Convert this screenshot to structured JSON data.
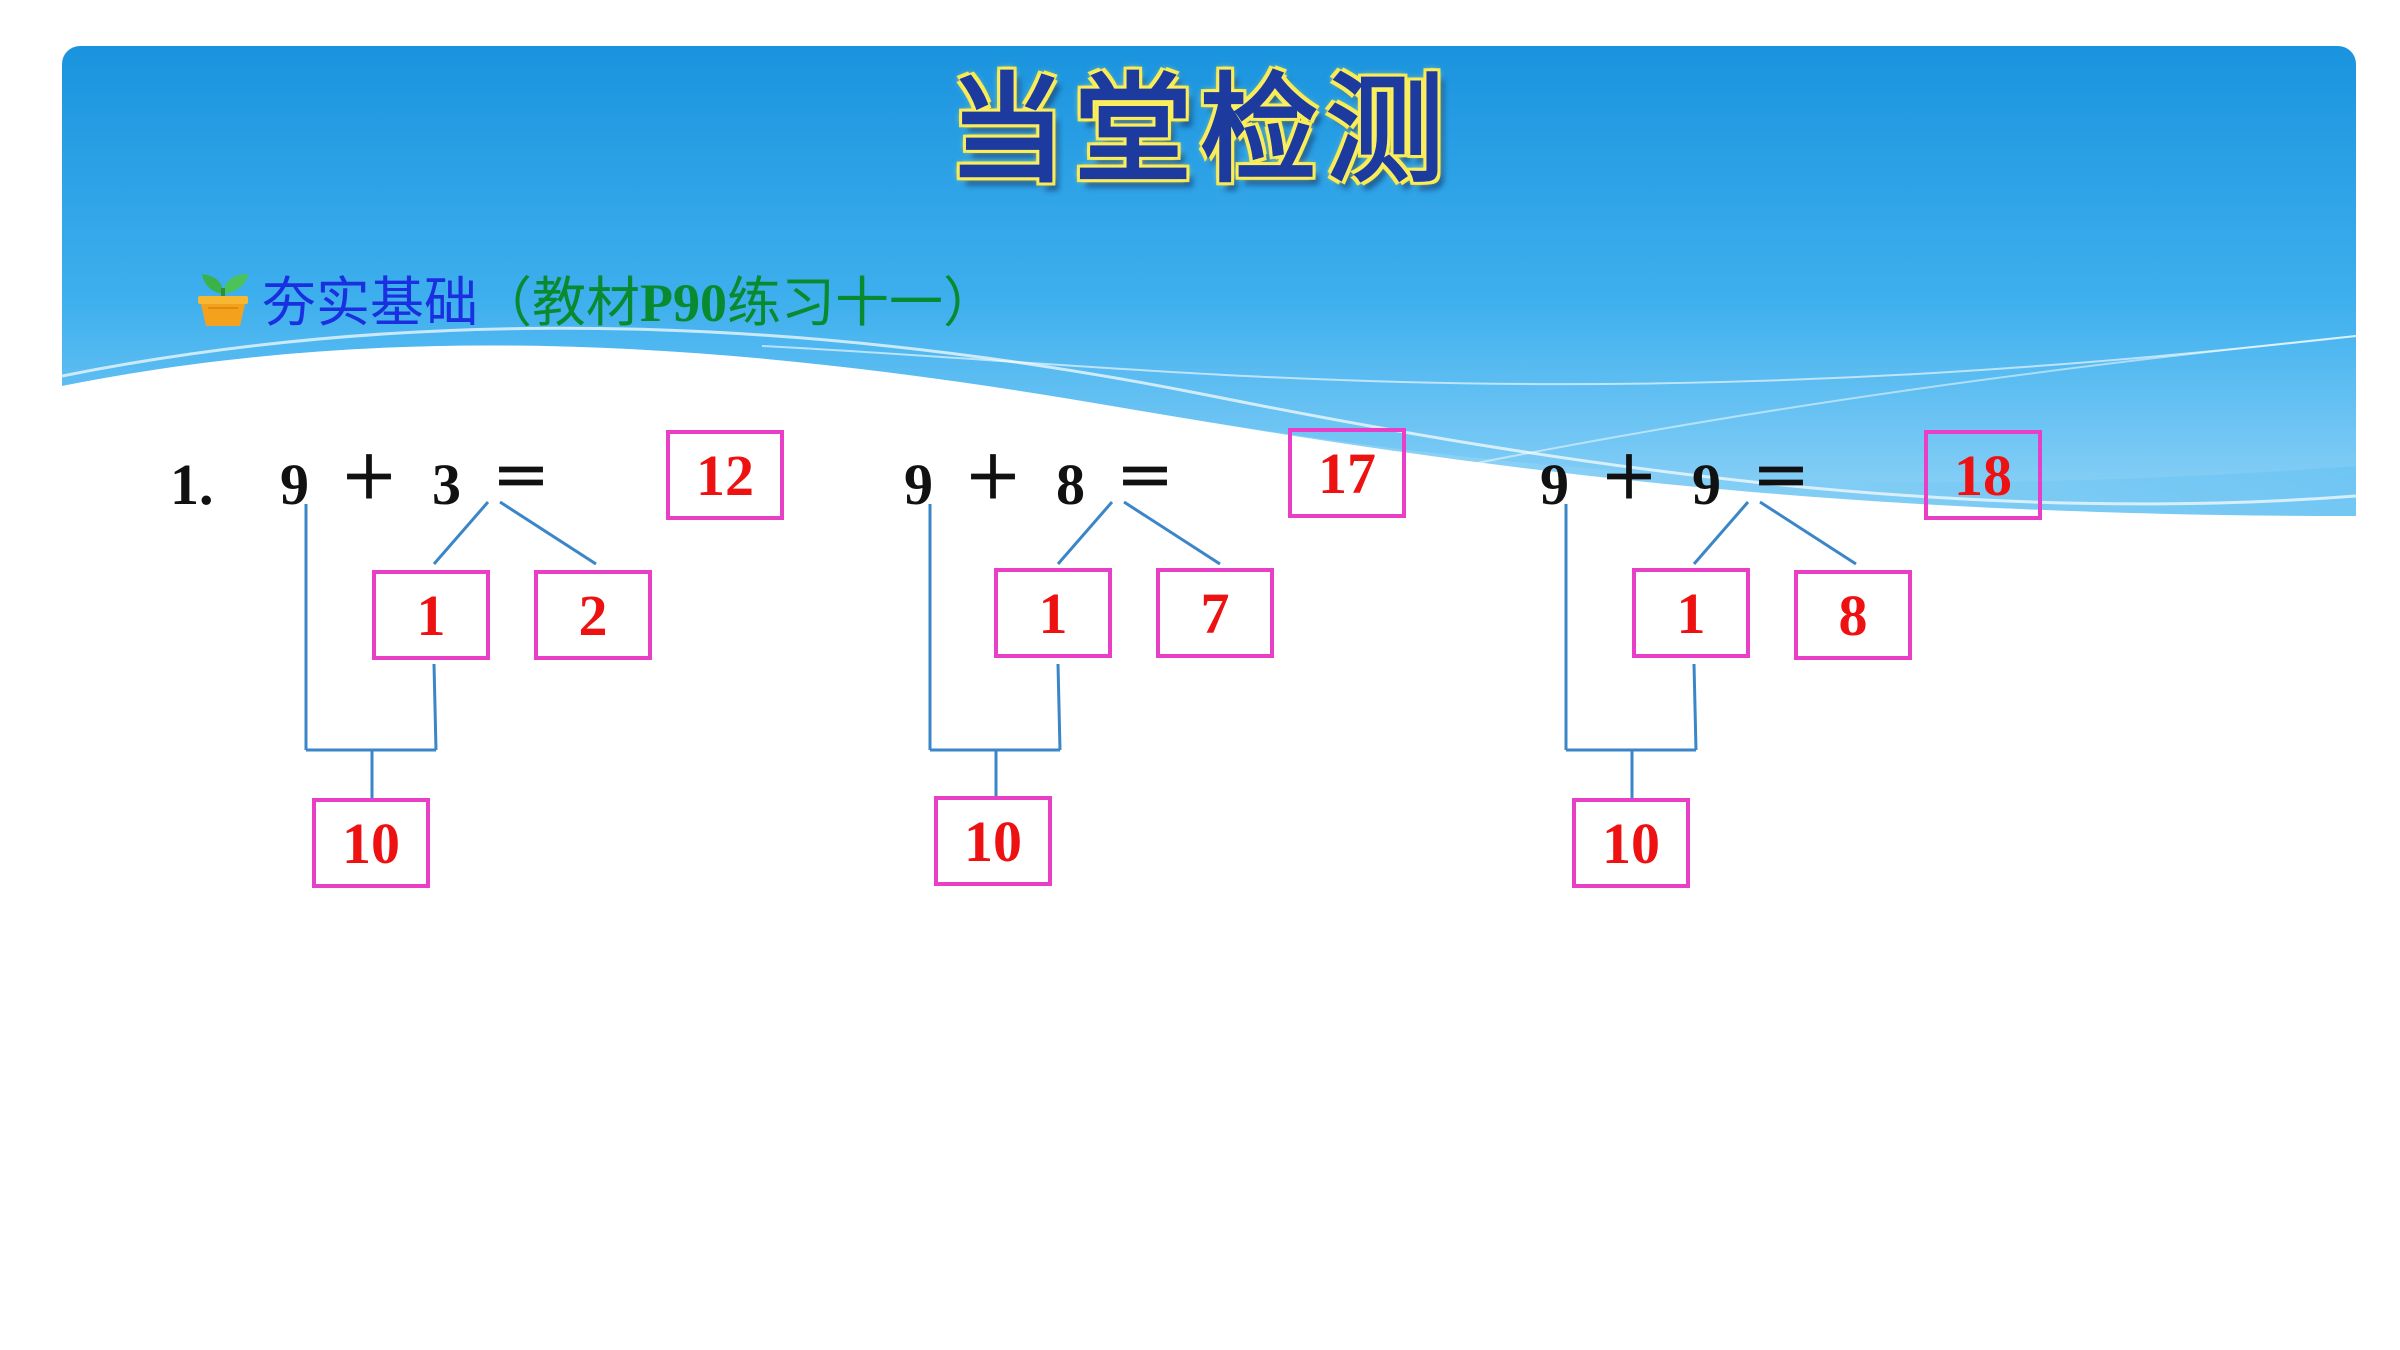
{
  "title": "当堂检测",
  "subtitle": {
    "icon": "sprout-pot-icon",
    "main": "夯实基础",
    "ref_open": "（教材",
    "ref_page": "P90",
    "ref_close": "练习十一）"
  },
  "problems": [
    {
      "number": "1.",
      "a": "9",
      "op": "＋",
      "b": "3",
      "eq": "＝",
      "answer": "12",
      "split_left": "1",
      "split_right": "2",
      "ten": "10"
    },
    {
      "number": "",
      "a": "9",
      "op": "＋",
      "b": "8",
      "eq": "＝",
      "answer": "17",
      "split_left": "1",
      "split_right": "7",
      "ten": "10"
    },
    {
      "number": "",
      "a": "9",
      "op": "＋",
      "b": "9",
      "eq": "＝",
      "answer": "18",
      "split_left": "1",
      "split_right": "8",
      "ten": "10"
    }
  ],
  "colors": {
    "answer_text": "#ee1111",
    "box_border": "#e93fc6",
    "line": "#3a86c8",
    "title": "#1d3a9e",
    "subtitle_main": "#1a2fe0",
    "subtitle_ref": "#0a8a2e"
  }
}
